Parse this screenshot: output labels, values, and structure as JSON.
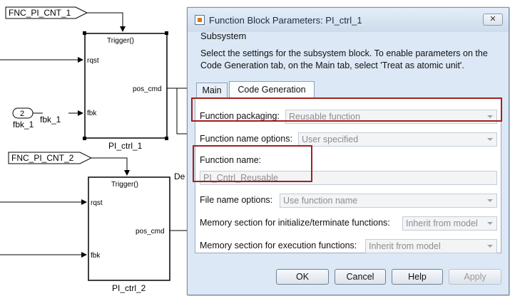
{
  "diagram": {
    "blocks": [
      {
        "inport_tag": "FNC_PI_CNT_1",
        "trigger_label": "Trigger()",
        "port_rqst": "rqst",
        "port_fbk": "fbk",
        "port_pos_cmd": "pos_cmd",
        "block_name": "PI_ctrl_1"
      },
      {
        "inport_tag": "FNC_PI_CNT_2",
        "trigger_label": "Trigger()",
        "port_rqst": "rqst",
        "port_fbk": "fbk",
        "port_pos_cmd": "pos_cmd",
        "block_name": "PI_ctrl_2"
      }
    ],
    "inport_number": "2",
    "inport_name": "fbk_1",
    "goto_label": "fbk_1",
    "partial_label": "De"
  },
  "dialog": {
    "title": "Function Block Parameters: PI_ctrl_1",
    "close_glyph": "✕",
    "subsystem_label": "Subsystem",
    "description": "Select the settings for the subsystem block. To enable parameters on the Code Generation tab, on the Main tab, select 'Treat as atomic unit'.",
    "tabs": [
      "Main",
      "Code Generation"
    ],
    "fields": {
      "function_packaging": {
        "label": "Function packaging:",
        "value": "Reusable function"
      },
      "function_name_options": {
        "label": "Function name options:",
        "value": "User specified"
      },
      "function_name": {
        "label": "Function name:",
        "value": "PI_Cntrl_Reusable"
      },
      "file_name_options": {
        "label": "File name options:",
        "value": "Use function name"
      },
      "mem_init_term": {
        "label": "Memory section for initialize/terminate functions:",
        "value": "Inherit from model"
      },
      "mem_exec": {
        "label": "Memory section for execution functions:",
        "value": "Inherit from model"
      }
    },
    "buttons": {
      "ok": "OK",
      "cancel": "Cancel",
      "help": "Help",
      "apply": "Apply"
    },
    "highlight_color": "#a32020"
  }
}
